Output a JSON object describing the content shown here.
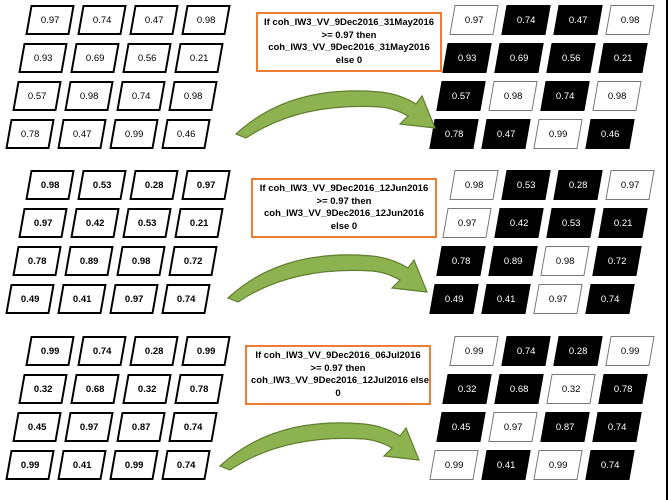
{
  "colors": {
    "rule_border": "#ed7d31",
    "arrow_fill": "#8db350",
    "arrow_stroke": "#5f7f2e",
    "cell_dark": "#000000",
    "cell_light": "#ffffff"
  },
  "blocks": [
    {
      "rule": [
        "If coh_IW3_VV_9Dec2016_31May2016",
        ">= 0.97 then",
        "coh_IW3_VV_9Dec2016_31May2016",
        "else 0"
      ],
      "input_bold": false,
      "values": [
        [
          "0.97",
          "0.74",
          "0.47",
          "0.98"
        ],
        [
          "0.93",
          "0.69",
          "0.56",
          "0.21"
        ],
        [
          "0.57",
          "0.98",
          "0.74",
          "0.98"
        ],
        [
          "0.78",
          "0.47",
          "0.99",
          "0.46"
        ]
      ],
      "output_light": [
        [
          true,
          false,
          false,
          true
        ],
        [
          false,
          false,
          false,
          false
        ],
        [
          false,
          true,
          false,
          true
        ],
        [
          false,
          false,
          true,
          false
        ]
      ]
    },
    {
      "rule": [
        "If coh_IW3_VV_9Dec2016_12Jun2016",
        ">= 0.97 then",
        "coh_IW3_VV_9Dec2016_12Jun2016",
        "else 0"
      ],
      "input_bold": true,
      "values": [
        [
          "0.98",
          "0.53",
          "0.28",
          "0.97"
        ],
        [
          "0.97",
          "0.42",
          "0.53",
          "0.21"
        ],
        [
          "0.78",
          "0.89",
          "0.98",
          "0.72"
        ],
        [
          "0.49",
          "0.41",
          "0.97",
          "0.74"
        ]
      ],
      "output_light": [
        [
          true,
          false,
          false,
          true
        ],
        [
          true,
          false,
          false,
          false
        ],
        [
          false,
          false,
          true,
          false
        ],
        [
          false,
          false,
          true,
          false
        ]
      ]
    },
    {
      "rule": [
        "If coh_IW3_VV_9Dec2016_06Jul2016",
        ">= 0.97 then",
        "coh_IW3_VV_9Dec2016_12Jul2016 else",
        "0"
      ],
      "input_bold": true,
      "values": [
        [
          "0.99",
          "0.74",
          "0.28",
          "0.99"
        ],
        [
          "0.32",
          "0.68",
          "0.32",
          "0.78"
        ],
        [
          "0.45",
          "0.97",
          "0.87",
          "0.74"
        ],
        [
          "0.99",
          "0.41",
          "0.99",
          "0.74"
        ]
      ],
      "output_light": [
        [
          true,
          false,
          false,
          true
        ],
        [
          false,
          false,
          true,
          false
        ],
        [
          false,
          true,
          false,
          false
        ],
        [
          true,
          false,
          true,
          false
        ]
      ]
    }
  ]
}
